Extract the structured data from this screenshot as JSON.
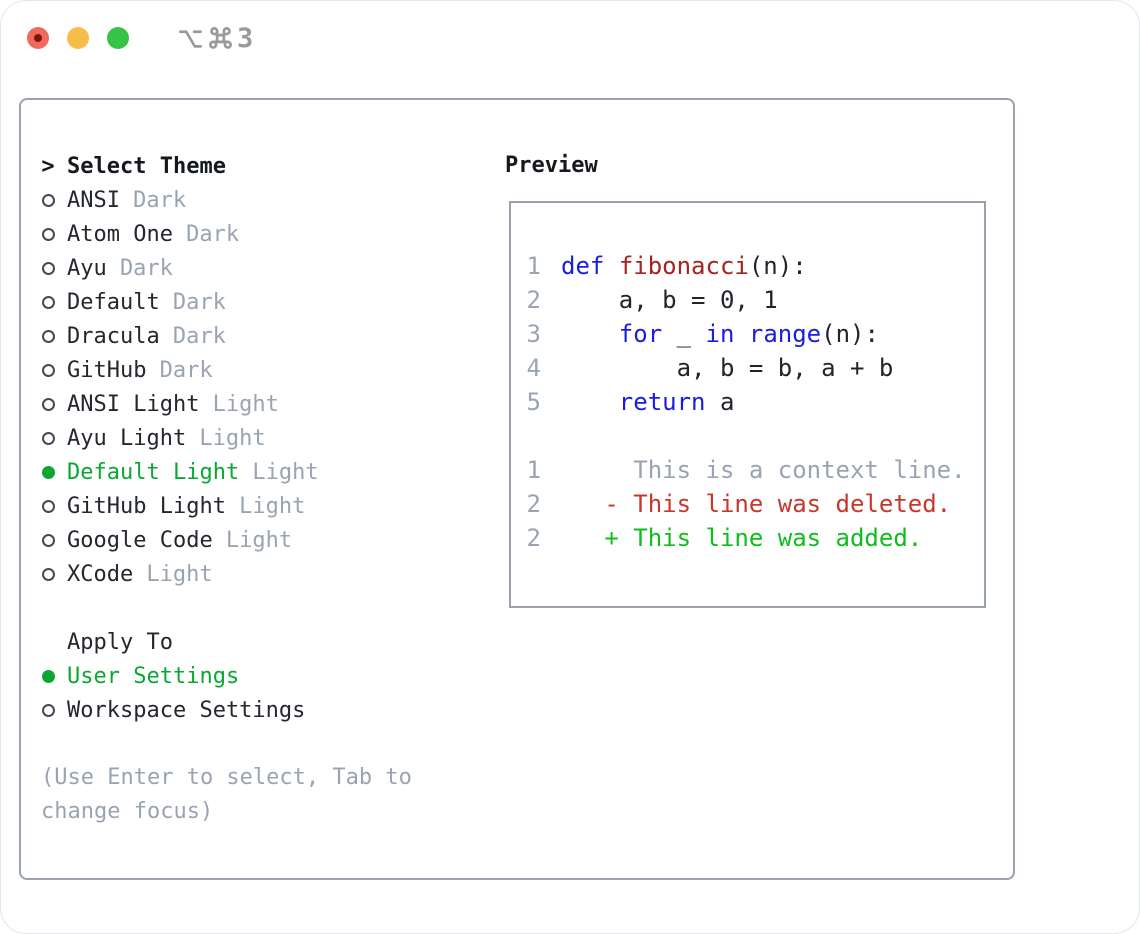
{
  "window": {
    "shortcut": {
      "modifiers": [
        "option",
        "command"
      ],
      "key": "3"
    }
  },
  "colors": {
    "accent_green": "#0aa833",
    "muted_gray": "#9aa4b1",
    "border_gray": "#9aa3ad",
    "keyword_blue": "#1a1ce0",
    "function_red": "#a32420",
    "deleted_red": "#c6382a",
    "added_green": "#0fbe1c",
    "traffic_red": "#ef6a5e",
    "traffic_yellow": "#f7bd49",
    "traffic_green": "#37c347"
  },
  "left": {
    "header_prefix": ">",
    "header_label": "Select Theme",
    "themes": [
      {
        "name": "ANSI",
        "tag": "Dark",
        "selected": false
      },
      {
        "name": "Atom One",
        "tag": "Dark",
        "selected": false
      },
      {
        "name": "Ayu",
        "tag": "Dark",
        "selected": false
      },
      {
        "name": "Default",
        "tag": "Dark",
        "selected": false
      },
      {
        "name": "Dracula",
        "tag": "Dark",
        "selected": false
      },
      {
        "name": "GitHub",
        "tag": "Dark",
        "selected": false
      },
      {
        "name": "ANSI Light",
        "tag": "Light",
        "selected": false
      },
      {
        "name": "Ayu Light",
        "tag": "Light",
        "selected": false
      },
      {
        "name": "Default Light",
        "tag": "Light",
        "selected": true
      },
      {
        "name": "GitHub Light",
        "tag": "Light",
        "selected": false
      },
      {
        "name": "Google Code",
        "tag": "Light",
        "selected": false
      },
      {
        "name": "XCode",
        "tag": "Light",
        "selected": false
      }
    ],
    "apply_label": "Apply To",
    "apply_options": [
      {
        "name": "User Settings",
        "selected": true
      },
      {
        "name": "Workspace Settings",
        "selected": false
      }
    ],
    "hint": "(Use Enter to select, Tab to change focus)"
  },
  "preview": {
    "label": "Preview",
    "lines": [
      {
        "num": "1",
        "segs": [
          {
            "t": "def",
            "s": "kw"
          },
          {
            "t": " ",
            "s": "pl"
          },
          {
            "t": "fibonacci",
            "s": "fn"
          },
          {
            "t": "(n):",
            "s": "pl"
          }
        ]
      },
      {
        "num": "2",
        "segs": [
          {
            "t": "    a, b = 0, 1",
            "s": "pl"
          }
        ]
      },
      {
        "num": "3",
        "segs": [
          {
            "t": "    ",
            "s": "pl"
          },
          {
            "t": "for",
            "s": "kw"
          },
          {
            "t": " _ ",
            "s": "pl"
          },
          {
            "t": "in",
            "s": "kw"
          },
          {
            "t": " ",
            "s": "pl"
          },
          {
            "t": "range",
            "s": "kw"
          },
          {
            "t": "(n):",
            "s": "pl"
          }
        ]
      },
      {
        "num": "4",
        "segs": [
          {
            "t": "        a, b = b, a + b",
            "s": "pl"
          }
        ]
      },
      {
        "num": "5",
        "segs": [
          {
            "t": "    ",
            "s": "pl"
          },
          {
            "t": "return",
            "s": "kw"
          },
          {
            "t": " a",
            "s": "pl"
          }
        ]
      },
      {
        "num": "",
        "segs": []
      },
      {
        "num": "1",
        "segs": [
          {
            "t": "     This is a context line.",
            "s": "ctx"
          }
        ]
      },
      {
        "num": "2",
        "segs": [
          {
            "t": "   - This line was deleted.",
            "s": "del"
          }
        ]
      },
      {
        "num": "2",
        "segs": [
          {
            "t": "   + This line was added.",
            "s": "add"
          }
        ]
      }
    ]
  }
}
